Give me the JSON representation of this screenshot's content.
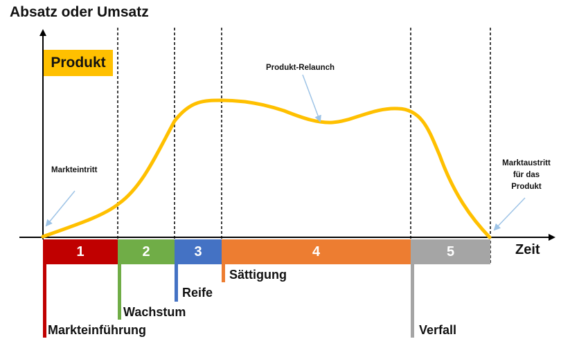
{
  "axis": {
    "y_label": "Absatz oder Umsatz",
    "x_label": "Zeit"
  },
  "product_label": "Produkt",
  "annotations": {
    "market_entry": "Markteintritt",
    "relaunch": "Produkt-Relaunch",
    "market_exit": [
      "Marktaustritt",
      "für das",
      "Produkt"
    ]
  },
  "phases": [
    {
      "number": "1",
      "name": "Markteinführung",
      "color": "#c00000"
    },
    {
      "number": "2",
      "name": "Wachstum",
      "color": "#70ad47"
    },
    {
      "number": "3",
      "name": "Reife",
      "color": "#4472c4"
    },
    {
      "number": "4",
      "name": "Sättigung",
      "color": "#ed7d31"
    },
    {
      "number": "5",
      "name": "Verfall",
      "color": "#a5a5a5"
    }
  ],
  "colors": {
    "curve": "#ffc000",
    "arrow": "#9dc3e6",
    "axis": "#000000"
  }
}
